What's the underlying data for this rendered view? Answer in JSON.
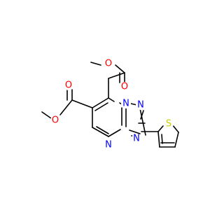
{
  "molecule": {
    "atom_colors": {
      "O": "#ff0000",
      "N": "#0000ff",
      "S": "#cccc00"
    },
    "atom_labels": {
      "o_ester_top_single": "O",
      "o_ester_top_double": "O",
      "o_ester_left_double": "O",
      "o_ester_left_single": "O",
      "n_bridge": "N",
      "n_triazole_top": "N",
      "n_triazole_bottom": "N",
      "n_pyrimidine": "N",
      "s_thiophene": "S"
    }
  }
}
